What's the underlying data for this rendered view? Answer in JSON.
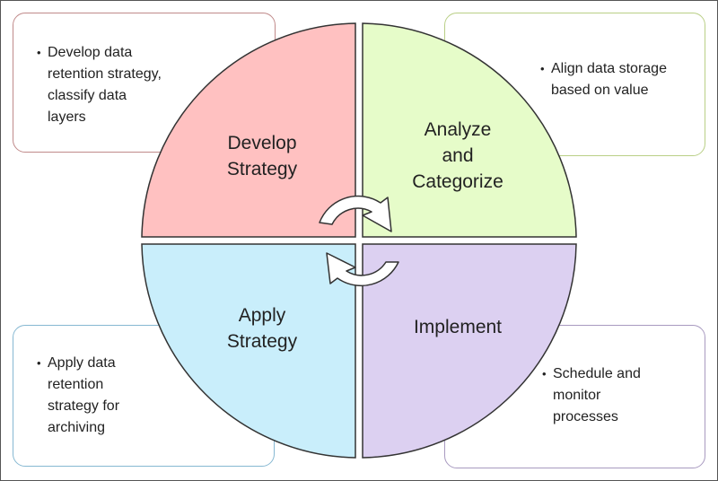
{
  "quadrants": {
    "develop": {
      "label_line1": "Develop",
      "label_line2": "Strategy",
      "fill": "#ffc1c1"
    },
    "analyze": {
      "label_line1": "Analyze",
      "label_line2": "and",
      "label_line3": "Categorize",
      "fill": "#e6fcc9"
    },
    "apply": {
      "label_line1": "Apply",
      "label_line2": "Strategy",
      "fill": "#c9eefb"
    },
    "implement": {
      "label_line1": "Implement",
      "fill": "#dcd0f1"
    }
  },
  "notes": {
    "top_left": {
      "bullet": "Develop data retention strategy, classify data layers"
    },
    "top_right": {
      "bullet": "Align data storage based on value"
    },
    "bottom_left": {
      "bullet": "Apply data retention strategy for archiving"
    },
    "bottom_right": {
      "bullet": "Schedule and monitor processes"
    }
  }
}
